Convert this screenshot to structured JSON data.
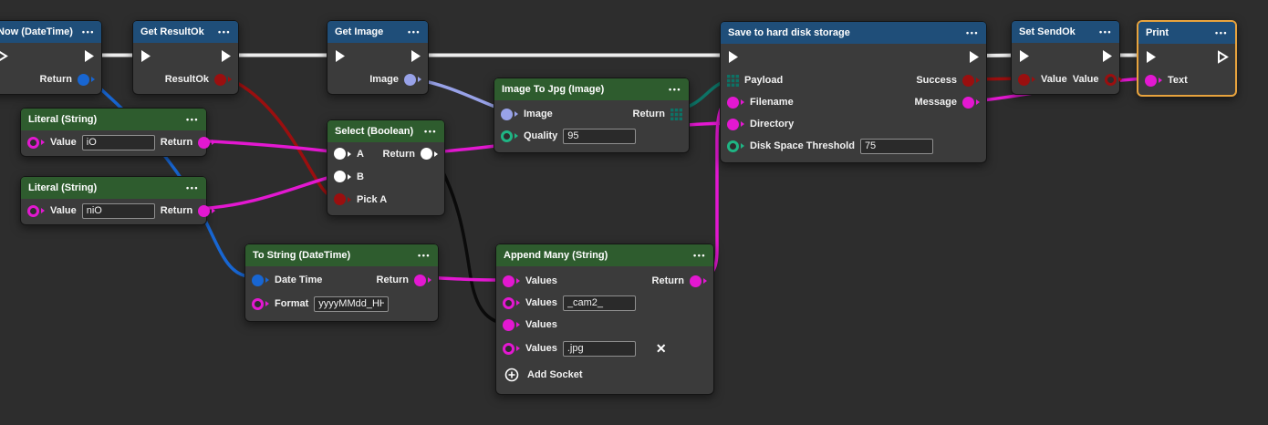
{
  "ui": {
    "menu_dots": "•••",
    "add_socket_label": "Add Socket",
    "delete_icon": "✕"
  },
  "colors": {
    "canvas_bg": "#2d2d2d",
    "node_body": "#3b3b3b",
    "header_blue": "#1f4e79",
    "header_green": "#2e5c2e",
    "selection_orange": "#e8a33d",
    "exec_white": "#ededed",
    "string_magenta": "#e318d1",
    "datetime_blue": "#1866d2",
    "boolean_darkred": "#9a0f0f",
    "image_lavender": "#98a2e8",
    "bytes_teal": "#0d7265",
    "number_green": "#1fb584",
    "generic_white": "#f2f2f2",
    "cast_black": "#0b0b0b"
  },
  "nodes": {
    "now": {
      "title": "Now (DateTime)",
      "return_label": "Return"
    },
    "get_resultok": {
      "title": "Get ResultOk",
      "return_label": "ResultOk"
    },
    "get_image": {
      "title": "Get Image",
      "return_label": "Image"
    },
    "image_to_jpg": {
      "title": "Image To Jpg (Image)",
      "image_label": "Image",
      "quality_label": "Quality",
      "quality_value": "95",
      "return_label": "Return"
    },
    "save": {
      "title": "Save to hard disk storage",
      "payload_label": "Payload",
      "filename_label": "Filename",
      "directory_label": "Directory",
      "threshold_label": "Disk Space Threshold",
      "threshold_value": "75",
      "success_label": "Success",
      "message_label": "Message"
    },
    "set_sendok": {
      "title": "Set SendOk",
      "value_in_label": "Value",
      "value_out_label": "Value"
    },
    "print": {
      "title": "Print",
      "text_label": "Text"
    },
    "literal_io": {
      "title": "Literal (String)",
      "value_label": "Value",
      "value": "iO",
      "return_label": "Return"
    },
    "literal_nio": {
      "title": "Literal (String)",
      "value_label": "Value",
      "value": "niO",
      "return_label": "Return"
    },
    "select": {
      "title": "Select (Boolean)",
      "a_label": "A",
      "b_label": "B",
      "pick_a_label": "Pick A",
      "return_label": "Return"
    },
    "to_string": {
      "title": "To String (DateTime)",
      "datetime_label": "Date Time",
      "format_label": "Format",
      "format_value": "yyyyMMdd_HH",
      "return_label": "Return"
    },
    "append": {
      "title": "Append Many (String)",
      "values_label_1": "Values",
      "values_label_2": "Values",
      "values_label_3": "Values",
      "values_label_4": "Values",
      "value_2": "_cam2_",
      "value_4": ".jpg",
      "return_label": "Return"
    }
  },
  "wires": [
    {
      "name": "exec-now-to-getresultok",
      "color": "#ededed"
    },
    {
      "name": "exec-getresultok-to-getimage",
      "color": "#ededed"
    },
    {
      "name": "exec-getimage-to-save",
      "color": "#ededed"
    },
    {
      "name": "exec-save-to-setsendok",
      "color": "#ededed"
    },
    {
      "name": "exec-setsendok-to-print",
      "color": "#ededed"
    },
    {
      "name": "now-return-to-tostring-datetime",
      "color": "#1866d2"
    },
    {
      "name": "resultok-to-select-picka",
      "color": "#9a0f0f"
    },
    {
      "name": "literal-io-return-to-select-a",
      "color": "#e318d1"
    },
    {
      "name": "literal-nio-return-to-select-b",
      "color": "#e318d1"
    },
    {
      "name": "getimage-image-to-imagetojpg",
      "color": "#98a2e8"
    },
    {
      "name": "imagetojpg-return-to-save-payload",
      "color": "#0d7265"
    },
    {
      "name": "select-return-to-save-directory",
      "color": "#e318d1"
    },
    {
      "name": "select-return-to-append-values3",
      "color": "#0b0b0b"
    },
    {
      "name": "tostring-return-to-append-values1",
      "color": "#e318d1"
    },
    {
      "name": "append-return-to-save-filename",
      "color": "#e318d1"
    },
    {
      "name": "save-success-to-setsendok-value",
      "color": "#9a0f0f"
    },
    {
      "name": "save-message-to-print-text",
      "color": "#e318d1"
    }
  ]
}
